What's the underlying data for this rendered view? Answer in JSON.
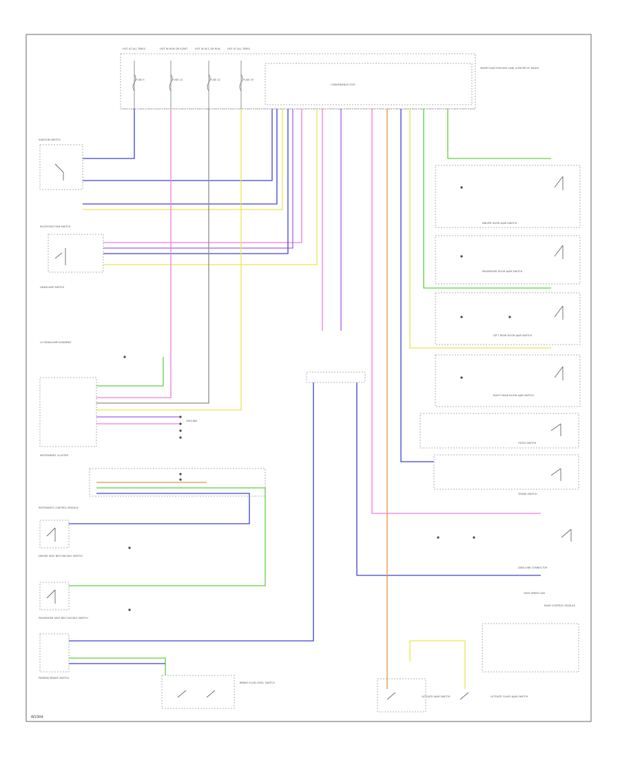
{
  "diagram": {
    "code": "W2304",
    "fuse_labels": [
      {
        "top": "HOT AT ALL TIMES",
        "fuse": "FUSE 5"
      },
      {
        "top": "HOT IN RUN OR START",
        "fuse": "FUSE 13"
      },
      {
        "top": "HOT IN ACC OR RUN",
        "fuse": "FUSE 22"
      },
      {
        "top": "HOT AT ALL TIMES",
        "fuse": "FUSE 29"
      }
    ],
    "module": {
      "name": "CONVENIENCE ECM",
      "side_label": "SMART JUNCTION BOX (SJB) (CENTER OF DASH)"
    },
    "components": {
      "ignition_switch": "IGNITION SWITCH",
      "multifunction_switch": "MULTIFUNCTION SWITCH",
      "headlamp_switch": "HEADLAMP SWITCH",
      "lh_headlamp": "LH HEADLAMP ASSEMBLY",
      "instrument_cluster": "INSTRUMENT CLUSTER",
      "ground": "GROUND",
      "restraints_control": "RESTRAINTS CONTROL MODULE",
      "driver_seat_belt": "DRIVER SEAT BELT BUCKLE SWITCH",
      "passenger_seat_belt": "PASSENGER SEAT BELT BUCKLE SWITCH",
      "parking_brake": "PARKING BRAKE SWITCH",
      "brake_fluid": "BRAKE FLUID LEVEL SWITCH",
      "driver_door_ajar": "DRIVER DOOR AJAR SWITCH",
      "passenger_door_ajar": "PASSENGER DOOR AJAR SWITCH",
      "left_rear_door": "LEFT REAR DOOR AJAR SWITCH",
      "right_rear_door": "RIGHT REAR DOOR AJAR SWITCH",
      "hood_switch": "HOOD SWITCH",
      "trunk_switch": "TRUNK SWITCH",
      "liftgate_ajar": "LIFTGATE AJAR SWITCH",
      "liftgate_glass": "LIFTGATE GLASS AJAR SWITCH",
      "rear_control": "REAR CONTROL MODULE",
      "data_link": "DATA LINK CONNECTOR",
      "high_speed_can": "HIGH SPEED CAN"
    },
    "wire_colors": {
      "blu_red": "#3d3dd9",
      "yellow": "#e6e64a",
      "green": "#5ccf3c",
      "violet": "#a45cf0",
      "pink": "#f07ae0",
      "orange": "#e8923a",
      "gray": "#8c8c8c",
      "tan": "#c8a070"
    }
  }
}
